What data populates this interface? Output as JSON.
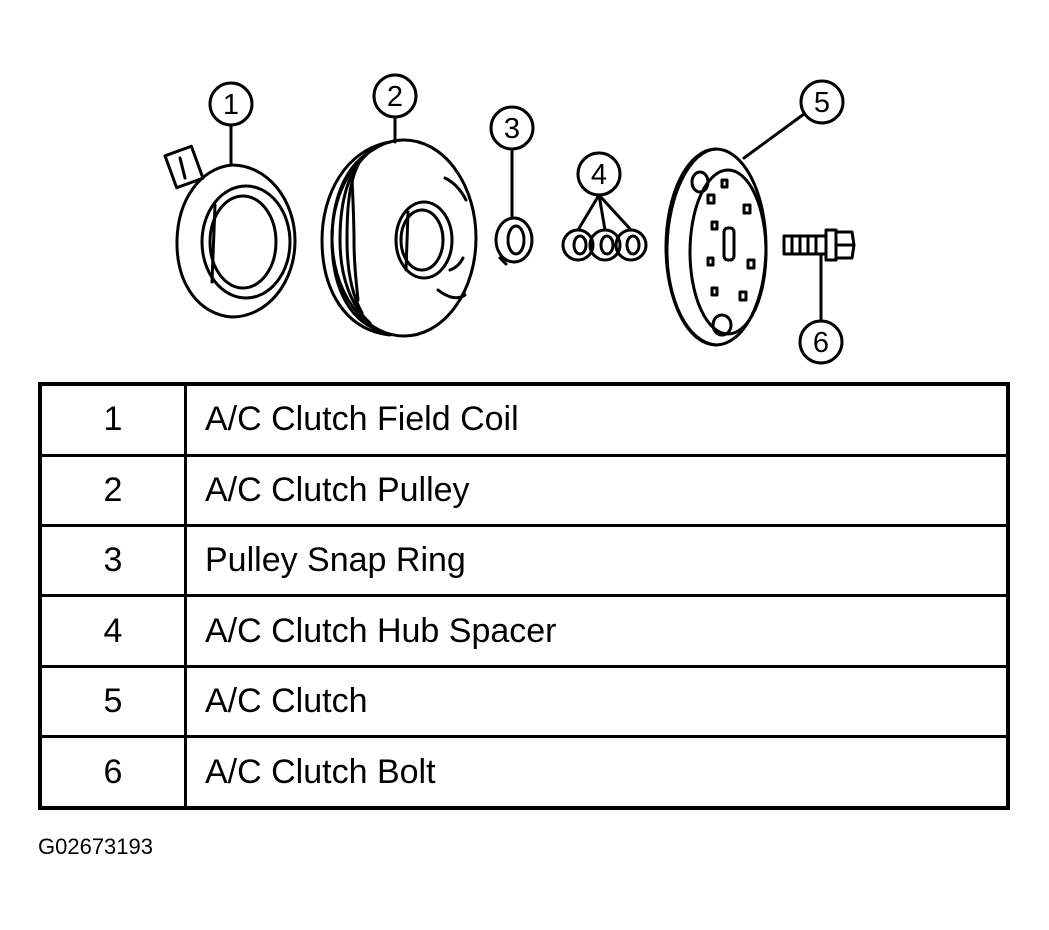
{
  "callouts": [
    "1",
    "2",
    "3",
    "4",
    "5",
    "6"
  ],
  "parts": [
    {
      "num": "1",
      "label": "A/C Clutch Field Coil"
    },
    {
      "num": "2",
      "label": "A/C Clutch Pulley"
    },
    {
      "num": "3",
      "label": "Pulley Snap Ring"
    },
    {
      "num": "4",
      "label": "A/C Clutch Hub Spacer"
    },
    {
      "num": "5",
      "label": "A/C Clutch"
    },
    {
      "num": "6",
      "label": "A/C Clutch Bolt"
    }
  ],
  "figure_id": "G02673193"
}
